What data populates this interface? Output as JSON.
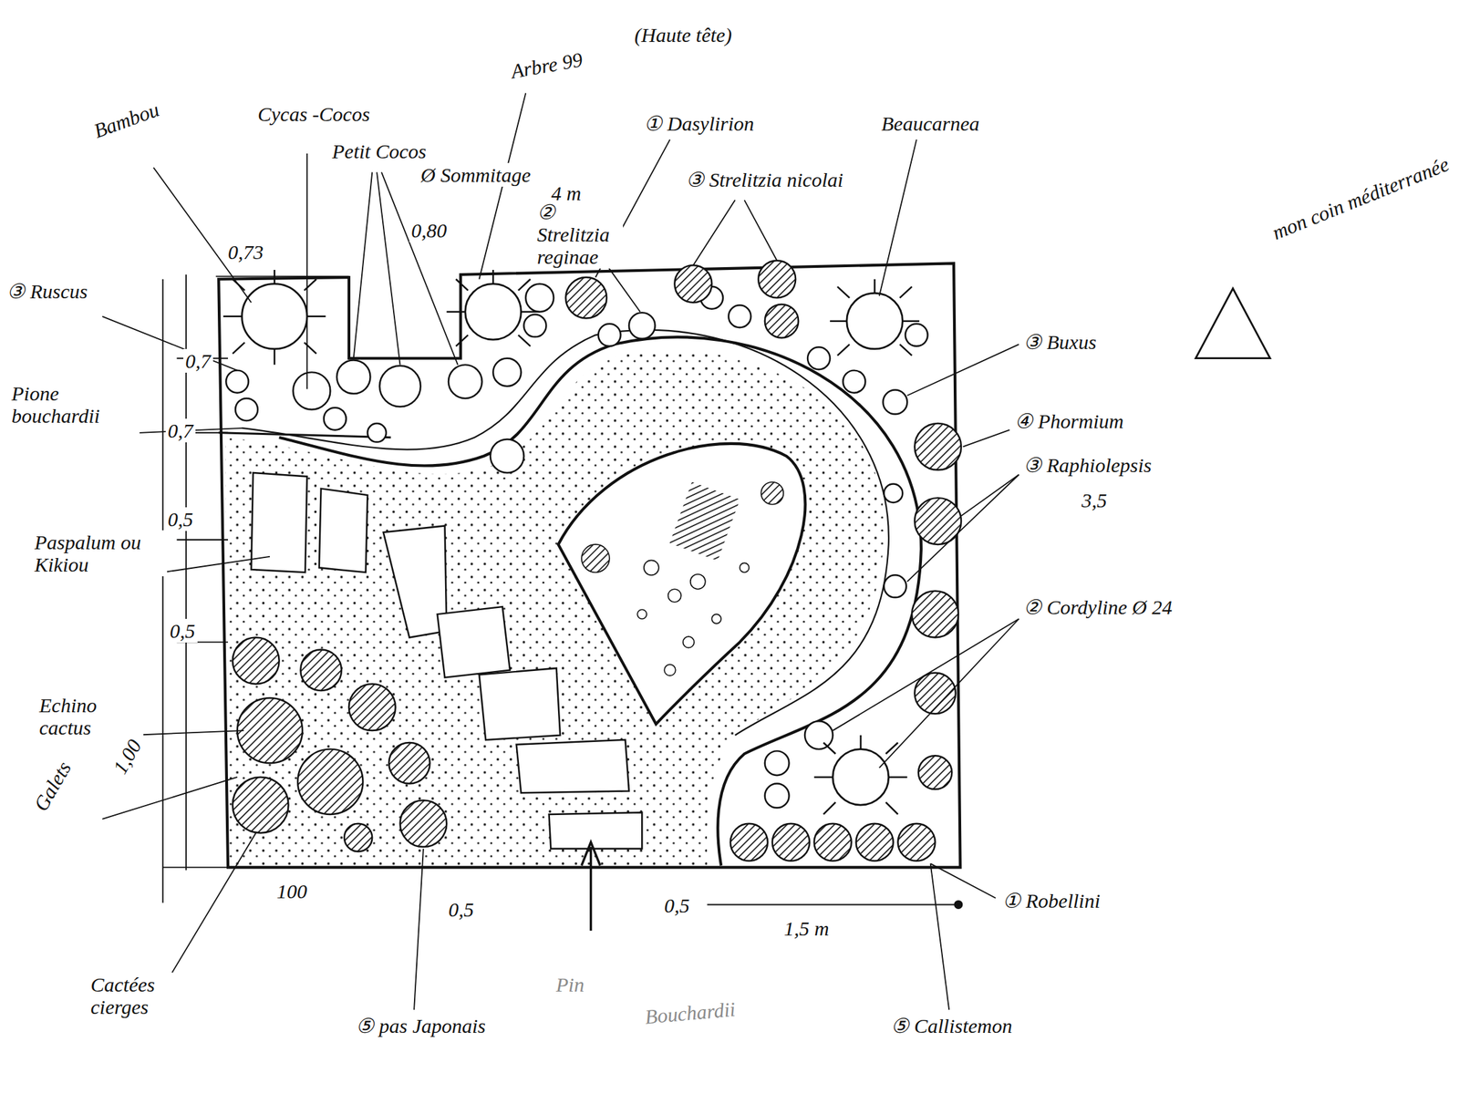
{
  "diagram": {
    "labels": [
      "Bambou",
      "Cycas -Cocos",
      "Petit Cocos",
      "0,80",
      "0,73",
      "Arbre 99",
      "(Haute tête)",
      "Ø Sommitage",
      "4 m",
      "① Dasylirion",
      "② Strelitzia reginae",
      "③ Strelitzia nicolai",
      "Beaucarnea",
      "mon coin méditerranée",
      "③ Ruscus",
      "0,7",
      "Pione bouchardii",
      "0,7",
      "Paspalum ou Kikiou",
      "0,5",
      "0,5",
      "Echino cactus",
      "1,00",
      "Galets",
      "100",
      "Cactées cierges",
      "0,5",
      "⑤ pas Japonais",
      "0,5",
      "1,5 m",
      "① Robellini",
      "⑤ Callistemon",
      "④ Phormium",
      "③ Raphiolepsis",
      "3,5",
      "② Cordyline Ø 24",
      "③ Buxus",
      "Pin",
      "Bouchardii"
    ]
  }
}
